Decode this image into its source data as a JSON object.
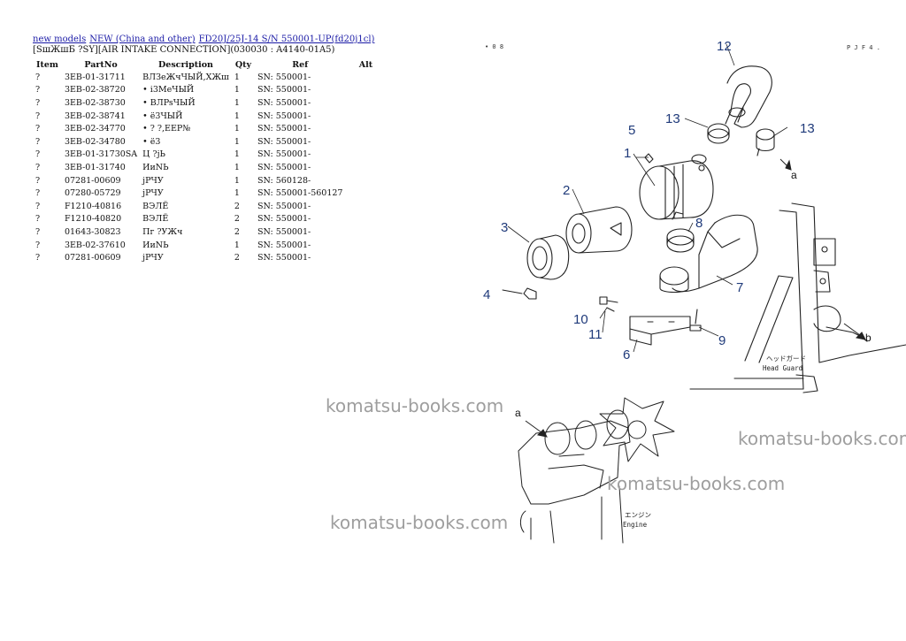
{
  "breadcrumb": {
    "link1": "new models",
    "link2": "NEW (China and other)",
    "link3": "FD20J/25J-14 S/N 550001-UP(fd20j1cl)"
  },
  "section_title": "[SшЖшБ ?SY][AIR INTAKE CONNECTION](030030 : A4140-01A5)",
  "table": {
    "headers": {
      "item": "Item",
      "partno": "PartNo",
      "description": "Description",
      "qty": "Qty",
      "ref": "Ref",
      "alt": "Alt"
    },
    "rows": [
      {
        "item": "?",
        "partno": "3EB-01-31711",
        "description": "ВЛЗеЖчЧЫЙ,ХЖш",
        "qty": "1",
        "ref": "SN: 550001-"
      },
      {
        "item": "?",
        "partno": "3EB-02-38720",
        "description": "• i3МеЧЫЙ",
        "qty": "1",
        "ref": "SN: 550001-"
      },
      {
        "item": "?",
        "partno": "3EB-02-38730",
        "description": "• ВЛPsЧЫЙ",
        "qty": "1",
        "ref": "SN: 550001-"
      },
      {
        "item": "?",
        "partno": "3EB-02-38741",
        "description": "• ё3ЧЫЙ",
        "qty": "1",
        "ref": "SN: 550001-"
      },
      {
        "item": "?",
        "partno": "3EB-02-34770",
        "description": "• ? ?,ЕЕР№",
        "qty": "1",
        "ref": "SN: 550001-"
      },
      {
        "item": "?",
        "partno": "3EB-02-34780",
        "description": "• ё3",
        "qty": "1",
        "ref": "SN: 550001-"
      },
      {
        "item": "?",
        "partno": "3EB-01-31730SA",
        "description": "Ц ?jЬ",
        "qty": "1",
        "ref": "SN: 550001-"
      },
      {
        "item": "?",
        "partno": "3EB-01-31740",
        "description": "ИиNЬ",
        "qty": "1",
        "ref": "SN: 550001-"
      },
      {
        "item": "?",
        "partno": "07281-00609",
        "description": "jРЧУ",
        "qty": "1",
        "ref": "SN: 560128-"
      },
      {
        "item": "?",
        "partno": "07280-05729",
        "description": "jРЧУ",
        "qty": "1",
        "ref": "SN: 550001-560127"
      },
      {
        "item": "?",
        "partno": "F1210-40816",
        "description": "ВЭЛЁ",
        "qty": "2",
        "ref": "SN: 550001-"
      },
      {
        "item": "?",
        "partno": "F1210-40820",
        "description": "ВЭЛЁ",
        "qty": "2",
        "ref": "SN: 550001-"
      },
      {
        "item": "?",
        "partno": "01643-30823",
        "description": "Пг ?УЖч",
        "qty": "2",
        "ref": "SN: 550001-"
      },
      {
        "item": "?",
        "partno": "3EB-02-37610",
        "description": "ИиNЬ",
        "qty": "1",
        "ref": "SN: 550001-"
      },
      {
        "item": "?",
        "partno": "07281-00609",
        "description": "jРЧУ",
        "qty": "2",
        "ref": "SN: 550001-"
      }
    ]
  },
  "diagram": {
    "page_marks": {
      "left": "• 0 8",
      "right": "P J F 4 ."
    },
    "callouts": [
      "1",
      "2",
      "3",
      "4",
      "5",
      "6",
      "7",
      "8",
      "9",
      "10",
      "11",
      "12",
      "13",
      "13"
    ],
    "arrows": {
      "a": "a",
      "b": "b",
      "a2": "a"
    },
    "labels": {
      "head_guard_jp": "ヘッドガード",
      "head_guard_en": "Head Guard",
      "engine_jp": "エンジン",
      "engine_en": "Engine"
    }
  },
  "watermark": "komatsu-books.com",
  "colors": {
    "link": "#1a1aa6",
    "callout": "#1f3a7a",
    "watermark": "#9e9e9e"
  }
}
